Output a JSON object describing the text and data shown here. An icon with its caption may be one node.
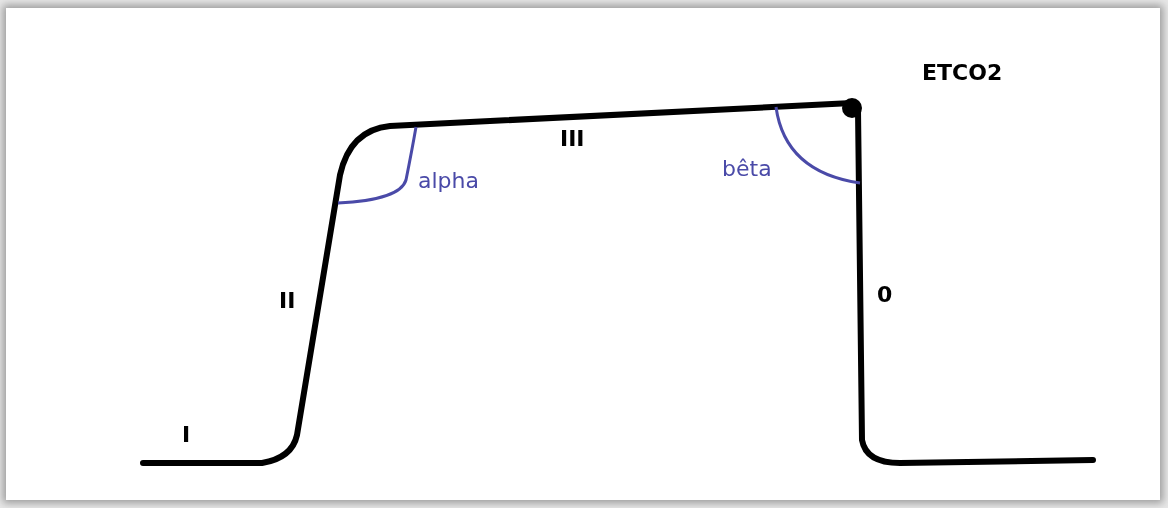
{
  "diagram": {
    "labels": [
      "ETCO2",
      "III",
      "alpha",
      "bêta",
      "II",
      "0",
      "I"
    ]
  }
}
